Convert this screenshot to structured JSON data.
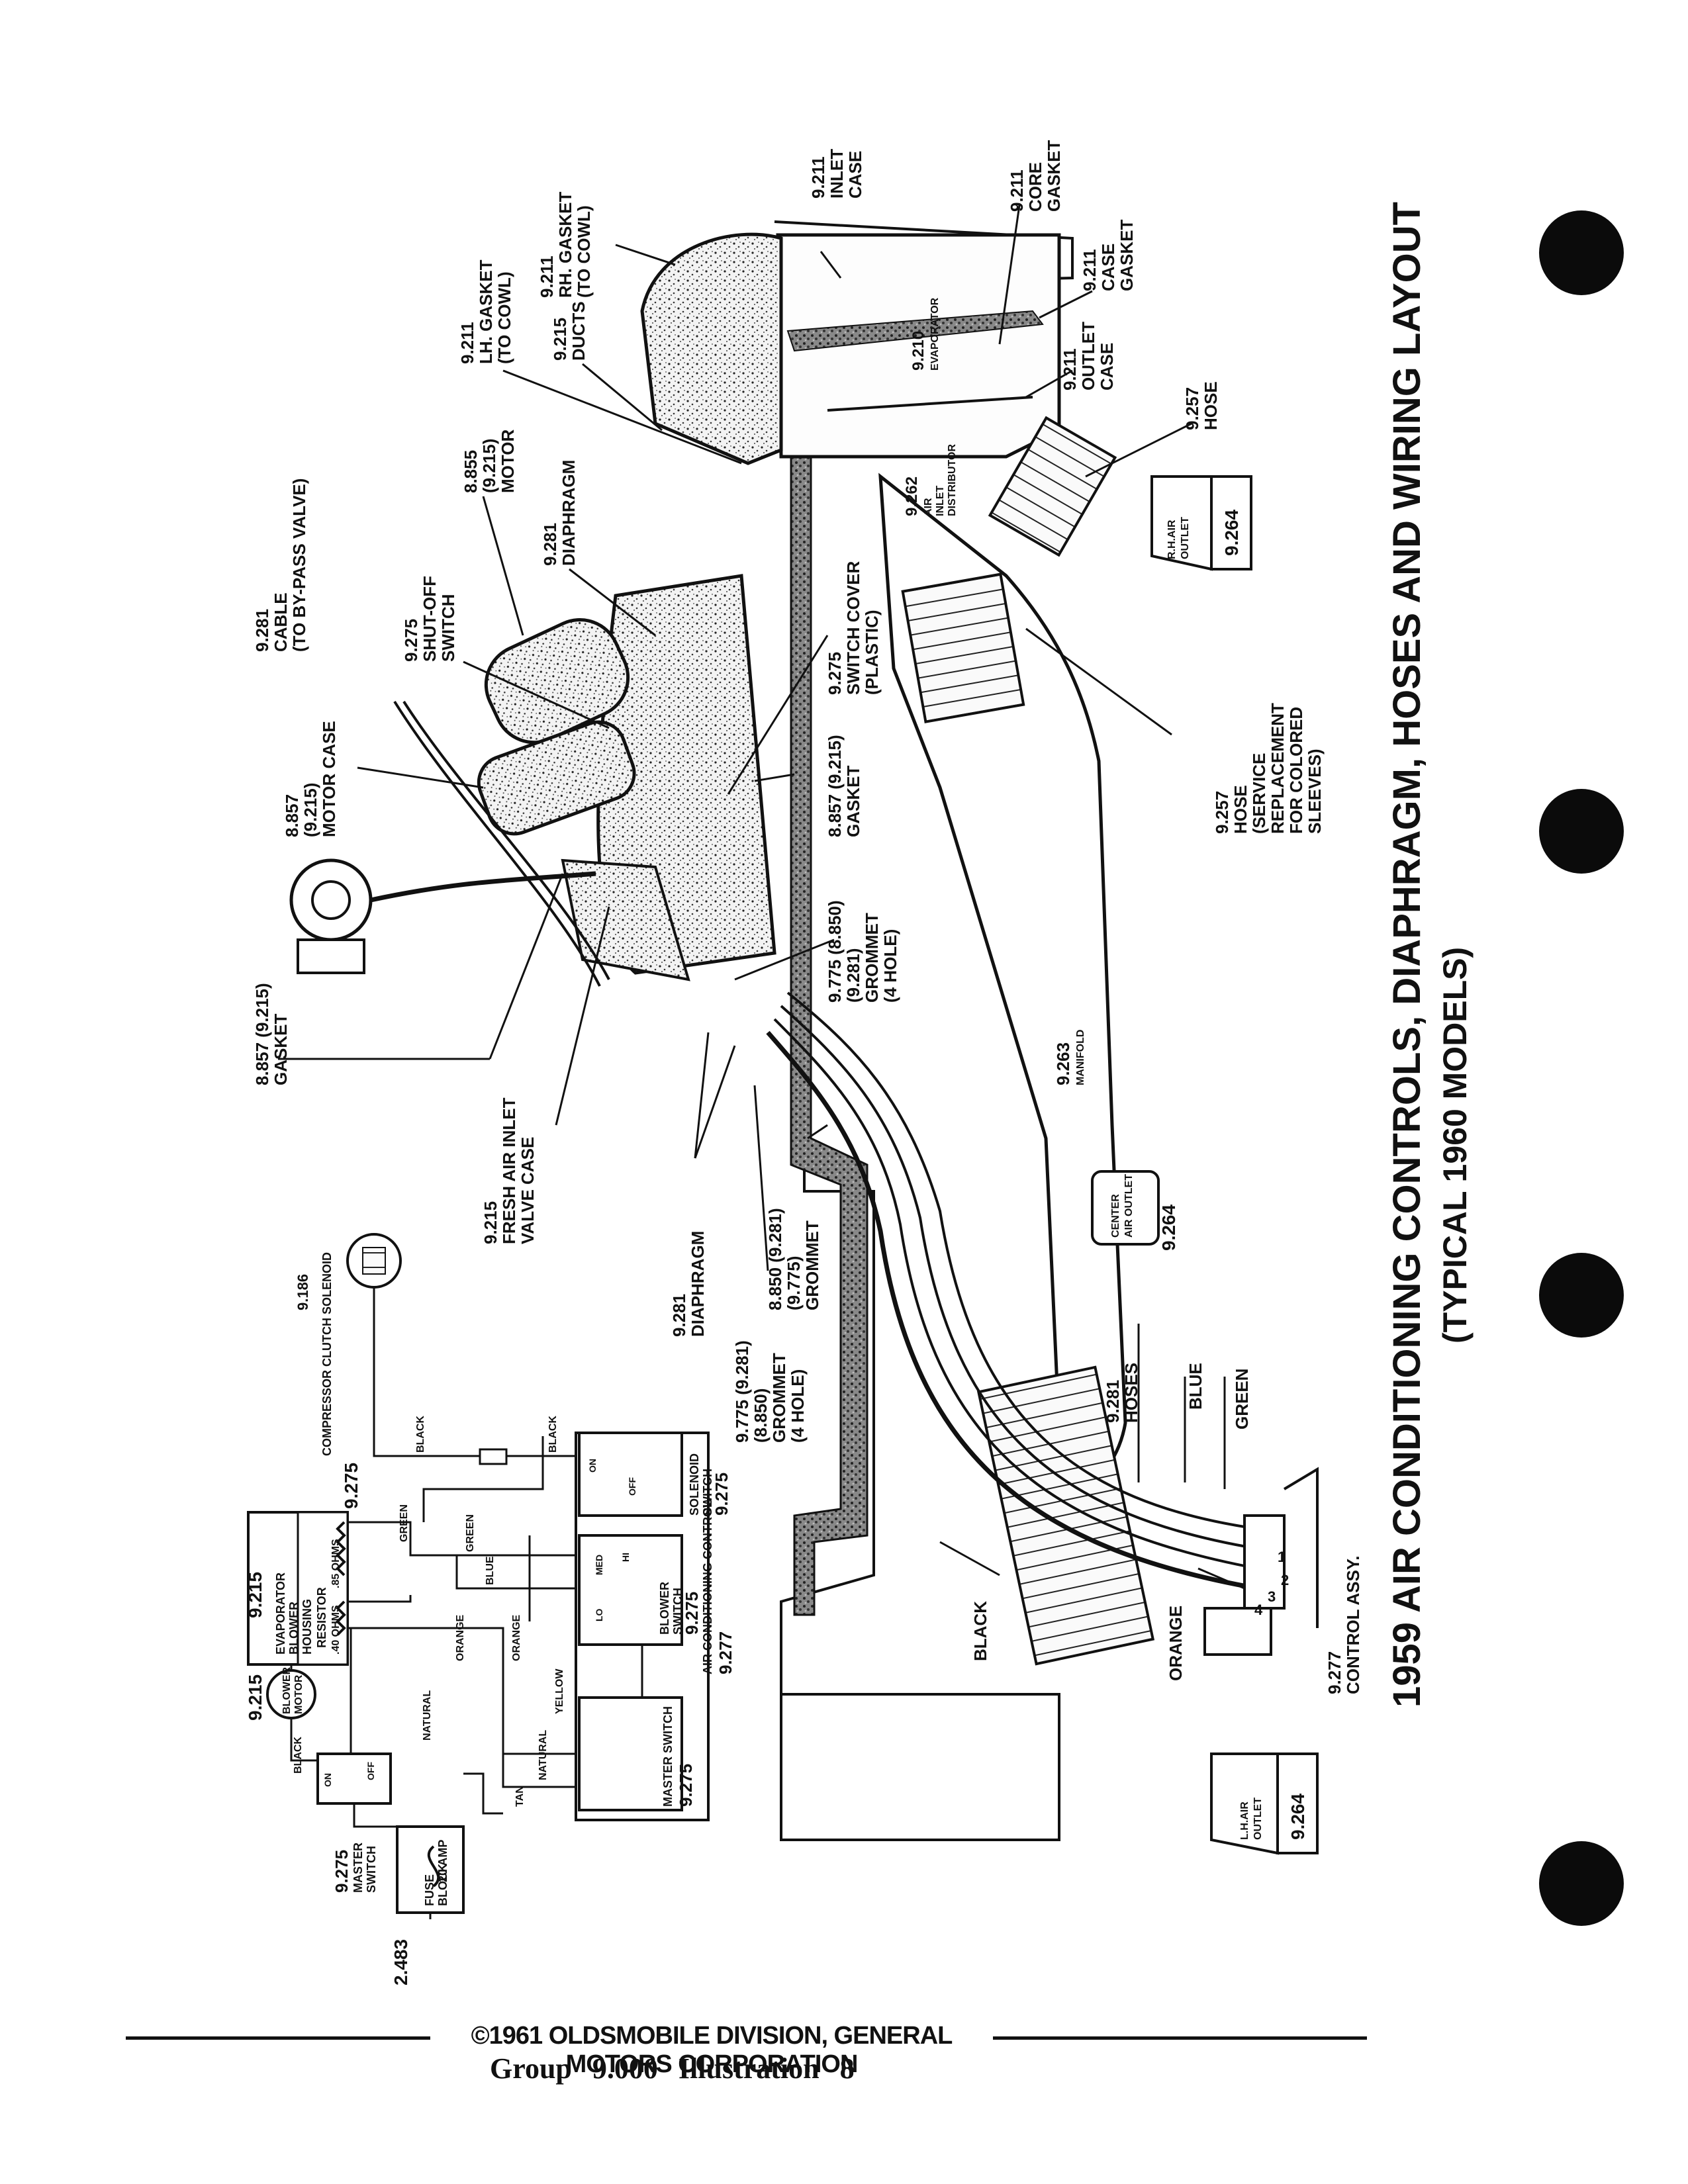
{
  "title": {
    "line1": "1959 AIR CONDITIONING CONTROLS, DIAPHRAGM, HOSES AND WIRING LAYOUT",
    "line2": "(TYPICAL 1960 MODELS)"
  },
  "callouts": {
    "inlet_case": [
      "9.211",
      "INLET",
      "CASE"
    ],
    "core_gasket": [
      "9.211",
      "CORE",
      "GASKET"
    ],
    "case_gasket": [
      "9.211",
      "CASE",
      "GASKET"
    ],
    "outlet_case": [
      "9.211",
      "OUTLET",
      "CASE"
    ],
    "hose_257_top": [
      "9.257",
      "HOSE"
    ],
    "rh_gasket": [
      "9.211",
      "RH. GASKET",
      "(TO COWL)"
    ],
    "lh_gasket": [
      "9.211",
      "LH. GASKET",
      "(TO COWL)"
    ],
    "ducts": [
      "9.215",
      "DUCTS"
    ],
    "motor": [
      "8.855",
      "(9.215)",
      "MOTOR"
    ],
    "diaphragm_top": [
      "9.281",
      "DIAPHRAGM"
    ],
    "cable": [
      "9.281",
      "CABLE",
      "(TO BY-PASS VALVE)"
    ],
    "shutoff_switch": [
      "9.275",
      "SHUT-OFF",
      "SWITCH"
    ],
    "switch_cover": [
      "9.275",
      "SWITCH COVER",
      "(PLASTIC)"
    ],
    "motor_case": [
      "8.857",
      "(9.215)",
      "MOTOR CASE"
    ],
    "gasket_mid": [
      "8.857 (9.215)",
      "GASKET"
    ],
    "grommet_mid": [
      "9.775 (8.850)",
      "(9.281)",
      "GROMMET",
      "(4 HOLE)"
    ],
    "gasket_left": [
      "8.857 (9.215)",
      "GASKET"
    ],
    "fresh_air": [
      "9.215",
      "FRESH AIR INLET",
      "VALVE CASE"
    ],
    "diaphragm_low": [
      "9.281",
      "DIAPHRAGM"
    ],
    "grommet_low": [
      "8.850 (9.281)",
      "(9.775)",
      "GROMMET"
    ],
    "grommet_low2": [
      "9.775 (9.281)",
      "(8.850)",
      "GROMMET",
      "(4 HOLE)"
    ],
    "hose_257_service": [
      "9.257",
      "HOSE",
      "(SERVICE",
      "REPLACEMENT",
      "FOR COLORED",
      "SLEEVES)"
    ],
    "manifold": [
      "9.263",
      "MANIFOLD"
    ],
    "hoses_281": [
      "9.281",
      "HOSES"
    ],
    "control_assy": [
      "9.277",
      "CONTROL ASSY."
    ],
    "air_inlet_distributor": [
      "9.262",
      "AIR",
      "INLET",
      "DISTRIBUTOR"
    ],
    "evaporator": [
      "9.210",
      "EVAPORATOR"
    ]
  },
  "outlets": {
    "rh": {
      "label": [
        "R.H.AIR",
        "OUTLET"
      ],
      "number": "9.264"
    },
    "center": {
      "label": [
        "CENTER",
        "AIR OUTLET"
      ],
      "number": "9.264"
    },
    "lh": {
      "label": [
        "L.H.AIR",
        "OUTLET"
      ],
      "number": "9.264"
    }
  },
  "hose_colors": {
    "blue": "BLUE",
    "green": "GREEN",
    "orange": "ORANGE",
    "black": "BLACK"
  },
  "control_numbers": [
    "4",
    "3",
    "2",
    "1"
  ],
  "wiring": {
    "clutch_solenoid": [
      "9.186",
      "COMPRESSOR CLUTCH SOLENOID"
    ],
    "blower_housing_num": "9.215",
    "blower_housing": [
      "EVAPORATOR",
      "BLOWER",
      "HOUSING"
    ],
    "resistor": "RESISTOR",
    "ohms": [
      ".40 OHMS",
      ".85 OHMS"
    ],
    "blower_motor_num": "9.215",
    "blower_motor": [
      "BLOWER",
      "MOTOR"
    ],
    "switch_275_a": "9.275",
    "solenoid_switch": [
      "SOLENOID",
      "SWITCH",
      "9.275"
    ],
    "blower_switch": [
      "BLOWER",
      "SWITCH",
      "9.275"
    ],
    "master_switch_box": [
      "MASTER SWITCH",
      "9.275"
    ],
    "master_switch_small": [
      "9.275",
      "MASTER",
      "SWITCH"
    ],
    "ac_control": [
      "AIR CONDITIONING CONTROL",
      "9.277"
    ],
    "fuse_block": [
      "FUSE",
      "BLOCK",
      "20 AMP"
    ],
    "fuse_num": "2.483",
    "wire_labels": {
      "black": "BLACK",
      "green": "GREEN",
      "blue": "BLUE",
      "orange": "ORANGE",
      "natural": "NATURAL",
      "yellow": "YELLOW",
      "tan": "TAN"
    },
    "switch_positions": {
      "on": "ON",
      "off": "OFF",
      "med": "MED",
      "hi": "HI",
      "lo": "LO"
    }
  },
  "footer": {
    "copyright": "©1961 OLDSMOBILE DIVISION, GENERAL MOTORS CORPORATION",
    "group": "Group  9.000  Illustration  8"
  }
}
